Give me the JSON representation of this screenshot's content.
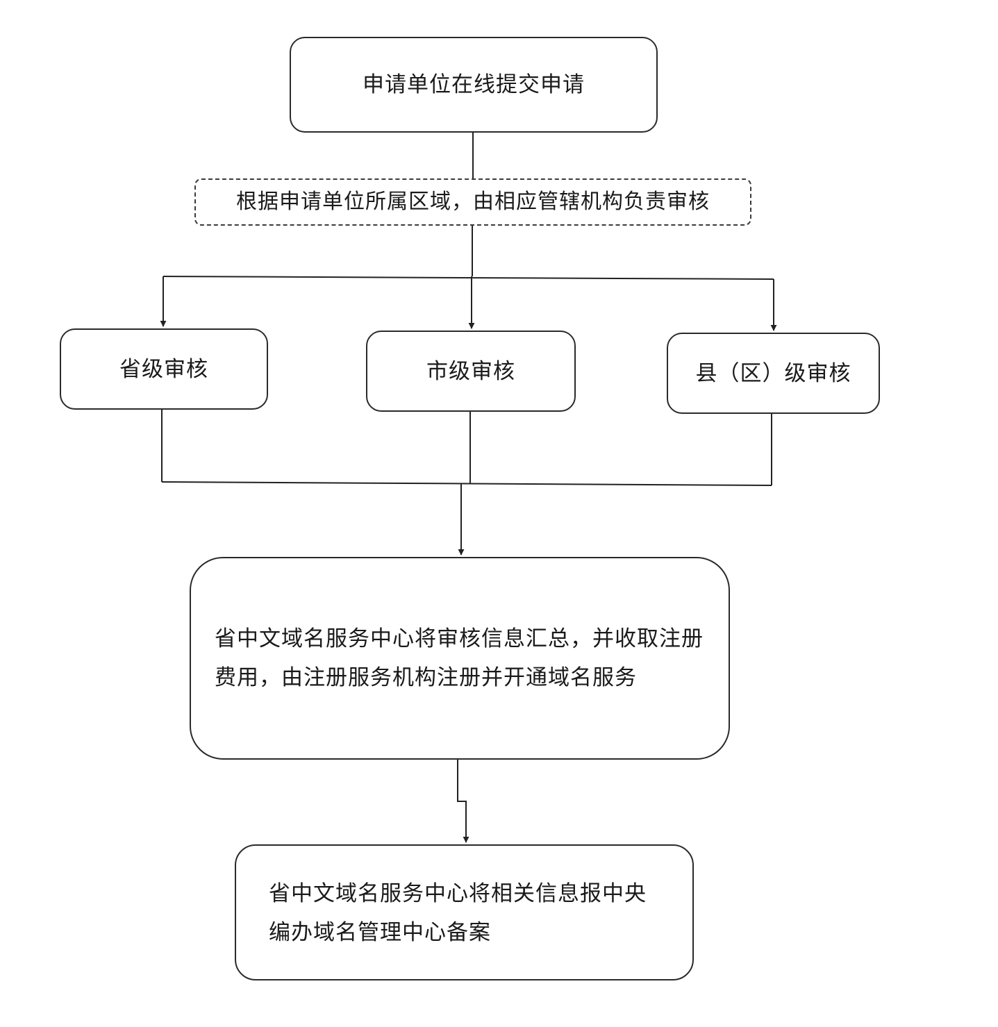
{
  "flowchart": {
    "nodes": {
      "submit": "申请单位在线提交申请",
      "route": "根据申请单位所属区域，由相应管辖机构负责审核",
      "review_province": "省级审核",
      "review_city": "市级审核",
      "review_county": "县（区）级审核",
      "collect_register": "省中文域名服务中心将审核信息汇总，并收取注册费用，由注册服务机构注册并开通域名服务",
      "report_file": "省中文域名服务中心将相关信息报中央编办域名管理中心备案"
    },
    "edges": [
      {
        "from": "submit",
        "to": "route"
      },
      {
        "from": "route",
        "to": "review_province"
      },
      {
        "from": "route",
        "to": "review_city"
      },
      {
        "from": "route",
        "to": "review_county"
      },
      {
        "from": "review_province",
        "to": "collect_register"
      },
      {
        "from": "review_city",
        "to": "collect_register"
      },
      {
        "from": "review_county",
        "to": "collect_register"
      },
      {
        "from": "collect_register",
        "to": "report_file"
      }
    ]
  }
}
